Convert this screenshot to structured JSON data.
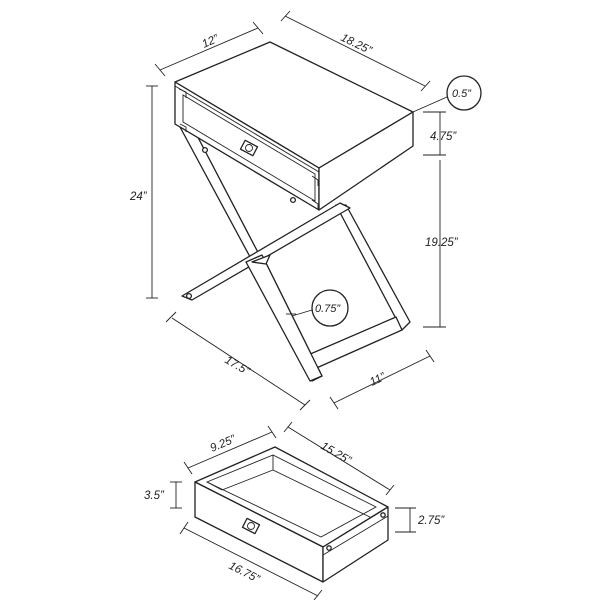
{
  "table": {
    "depth": "12”",
    "width": "18.25”",
    "top_thickness": "0.5”",
    "drawer_height": "4.75”",
    "height": "24”",
    "leg_height": "19.25”",
    "leg_width": "0.75”",
    "base_width": "17.5”",
    "base_depth": "11”"
  },
  "drawer": {
    "depth": "9.25”",
    "width": "15.25”",
    "height": "3.5”",
    "inner_height": "2.75”",
    "front_width": "16.75”"
  }
}
